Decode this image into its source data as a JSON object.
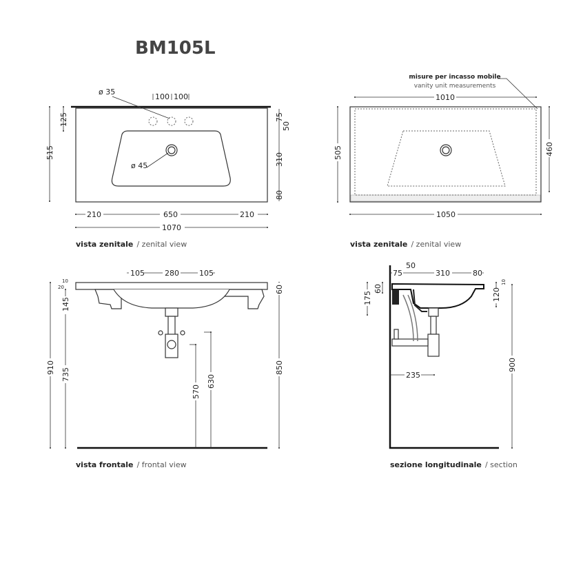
{
  "title": "BM105L",
  "top_view": {
    "label_bold": "vista zenitale",
    "label_light": "/ zenital view",
    "hole_diameter": "ø 35",
    "drain_diameter": "ø 45",
    "tap_spacing": [
      "100",
      "100"
    ],
    "depth_total": "515",
    "tap_offset": "125",
    "right_dims": [
      "75",
      "50",
      "310",
      "80"
    ],
    "bottom_dims": [
      "210",
      "650",
      "210"
    ],
    "width_total": "1070"
  },
  "vanity_view": {
    "label_bold": "vista zenitale",
    "label_light": "/ zenital view",
    "note_bold": "misure per incasso mobile",
    "note_light": "vanity unit measurements",
    "inner_width": "1010",
    "outer_depth": "505",
    "inner_depth": "460",
    "outer_width": "1050"
  },
  "front_view": {
    "label_bold": "vista frontale",
    "label_light": "/ frontal view",
    "top_dims": [
      "105",
      "280",
      "105"
    ],
    "small_dims": [
      "20",
      "10"
    ],
    "heights": {
      "total": "910",
      "under": "735",
      "bracket": "145",
      "right": "850",
      "thickness": "60",
      "h570": "570",
      "h630": "630"
    }
  },
  "section_view": {
    "label_bold": "sezione longitudinale",
    "label_light": "/ section",
    "top_dims": [
      "75",
      "50",
      "310",
      "80"
    ],
    "left_dims": [
      "175",
      "60"
    ],
    "right_dims": [
      "120",
      "10"
    ],
    "height": "900",
    "trap_offset": "235"
  }
}
